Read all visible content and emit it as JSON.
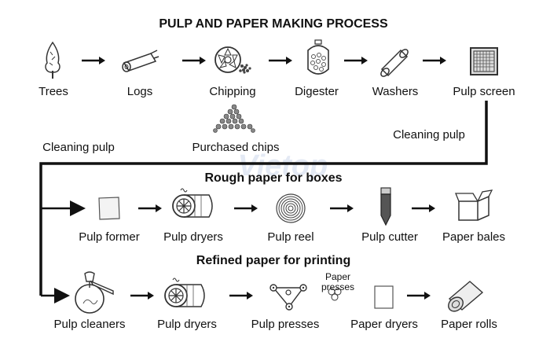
{
  "title": "PULP AND PAPER MAKING PROCESS",
  "watermark": "Vietop",
  "stage1": {
    "trees": "Trees",
    "logs": "Logs",
    "chipping": "Chipping",
    "digester": "Digester",
    "washers": "Washers",
    "pulp_screen": "Pulp screen"
  },
  "purchased_chips": "Purchased chips",
  "cleaning_pulp_left": "Cleaning pulp",
  "cleaning_pulp_right": "Cleaning pulp",
  "rough_section": {
    "heading": "Rough paper for boxes",
    "pulp_former": "Pulp former",
    "pulp_dryers": "Pulp dryers",
    "pulp_reel": "Pulp reel",
    "pulp_cutter": "Pulp cutter",
    "paper_bales": "Paper bales"
  },
  "refined_section": {
    "heading": "Refined paper for printing",
    "pulp_cleaners": "Pulp cleaners",
    "pulp_dryers": "Pulp dryers",
    "pulp_presses": "Pulp presses",
    "paper_presses_line1": "Paper",
    "paper_presses_line2": "presses",
    "paper_dryers": "Paper dryers",
    "paper_rolls": "Paper rolls"
  },
  "colors": {
    "line": "#111111",
    "icon_stroke": "#333333",
    "watermark": "#c8d3ea"
  }
}
